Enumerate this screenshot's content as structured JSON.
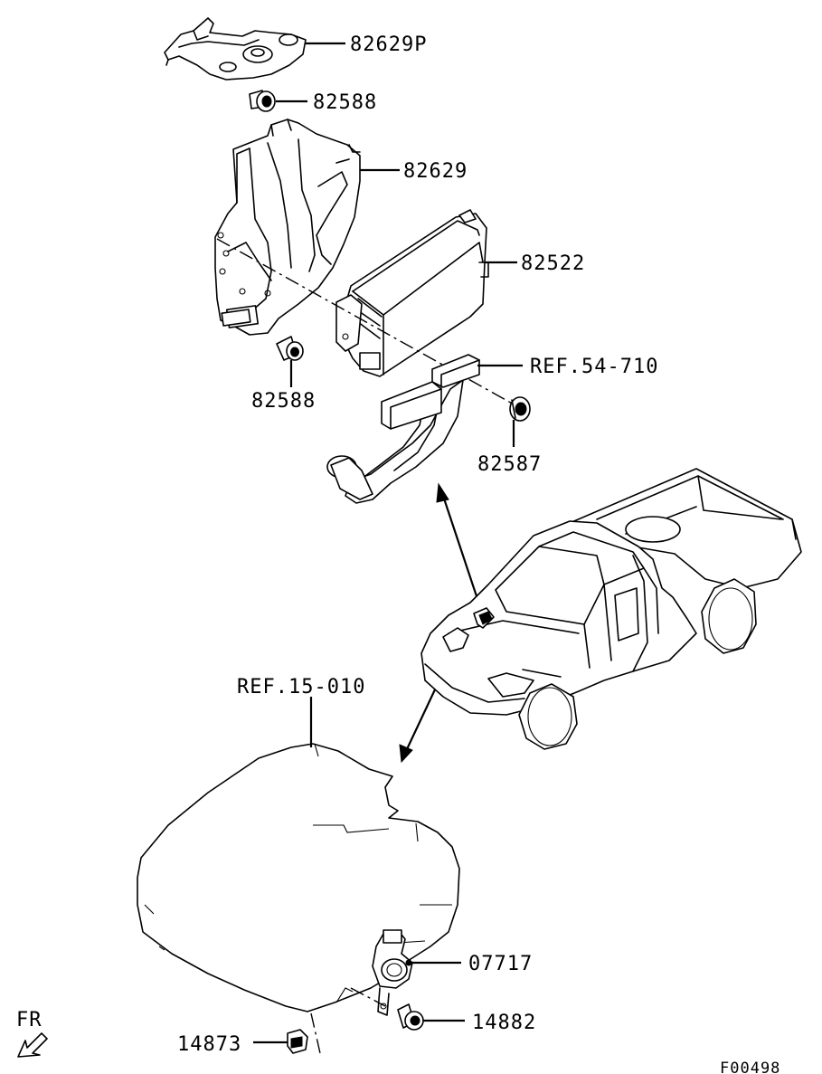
{
  "diagram": {
    "labels": {
      "bracket_upper": "82629P",
      "bolt_upper": "82588",
      "bracket_main": "82629",
      "ecu": "82522",
      "ref_harness": "REF.54-710",
      "bolt_lower": "82588",
      "nut": "82587",
      "ref_engine": "REF.15-010",
      "sensor": "07717",
      "bolt_sensor": "14882",
      "clip": "14873",
      "front_indicator": "FR",
      "figure_code": "F00498"
    }
  }
}
